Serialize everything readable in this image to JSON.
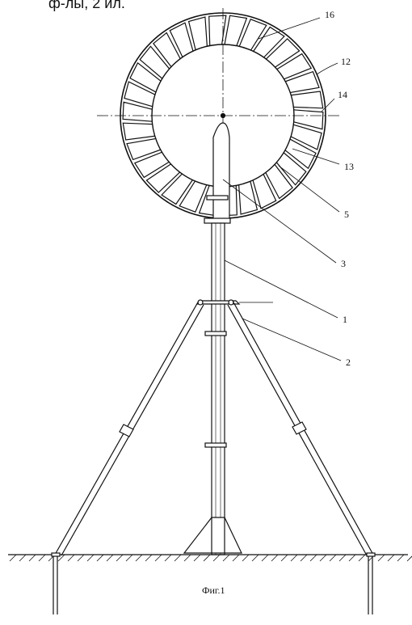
{
  "header": {
    "text": "ф-лы, 2 ил."
  },
  "labels": {
    "l16": "16",
    "l12": "12",
    "l14": "14",
    "l13": "13",
    "l5": "5",
    "l3": "3",
    "l1": "1",
    "l2": "2"
  },
  "caption": "Фиг.1"
}
